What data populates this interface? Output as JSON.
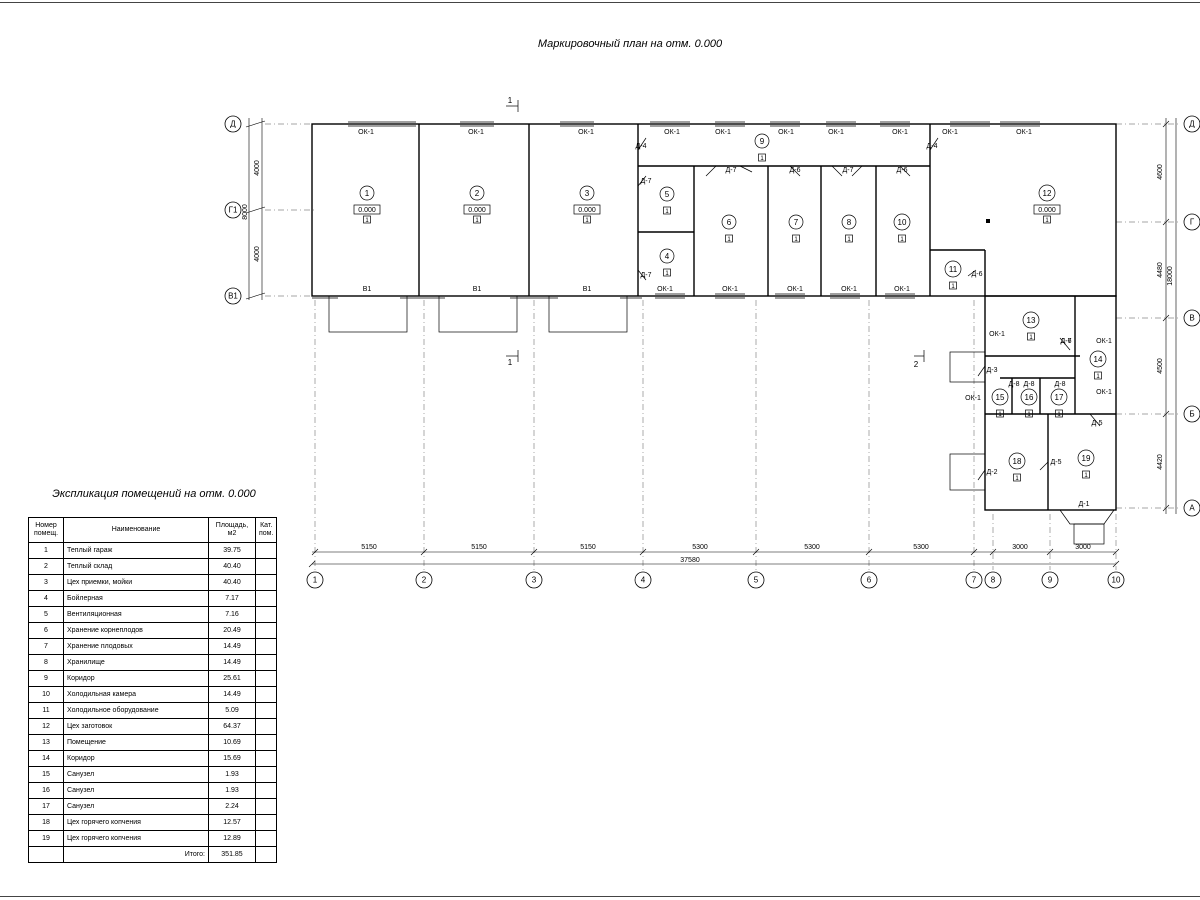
{
  "titles": {
    "plan": "Маркировочный план на отм. 0.000",
    "explication": "Экспликация помещений на отм. 0.000"
  },
  "axes": {
    "letters_left": [
      "Д",
      "Г1",
      "В1"
    ],
    "letters_right": [
      "Д",
      "Г",
      "В",
      "Б",
      "А"
    ],
    "numbers": [
      "1",
      "2",
      "3",
      "4",
      "5",
      "6",
      "7",
      "8",
      "9",
      "10"
    ]
  },
  "dims": {
    "bottom": [
      "5150",
      "5150",
      "5150",
      "5300",
      "5300",
      "5300",
      "3000",
      "3000"
    ],
    "total": "37580",
    "left_parts": [
      "4000",
      "4000"
    ],
    "left_total": "8000",
    "right_parts": [
      "4600",
      "4480",
      "4500",
      "4420"
    ],
    "right_total": "18000"
  },
  "rooms": [
    {
      "n": "1",
      "mark": "0.000",
      "floor": "1"
    },
    {
      "n": "2",
      "mark": "0.000",
      "floor": "1"
    },
    {
      "n": "3",
      "mark": "0.000",
      "floor": "1"
    },
    {
      "n": "4",
      "floor": "1"
    },
    {
      "n": "5",
      "floor": "1"
    },
    {
      "n": "6",
      "floor": "1"
    },
    {
      "n": "7",
      "floor": "1"
    },
    {
      "n": "8",
      "floor": "1"
    },
    {
      "n": "9",
      "floor": "1"
    },
    {
      "n": "10",
      "floor": "1"
    },
    {
      "n": "11",
      "floor": "1"
    },
    {
      "n": "12",
      "mark": "0.000",
      "floor": "1"
    },
    {
      "n": "13",
      "floor": "1"
    },
    {
      "n": "14",
      "floor": "1"
    },
    {
      "n": "15",
      "floor": "1"
    },
    {
      "n": "16",
      "floor": "1"
    },
    {
      "n": "17",
      "floor": "1"
    },
    {
      "n": "18",
      "floor": "1"
    },
    {
      "n": "19",
      "floor": "1"
    }
  ],
  "labels": {
    "windows_top": [
      "ОК-1",
      "ОК-1",
      "ОК-1",
      "ОК-1",
      "ОК-1",
      "ОК-1",
      "ОК-1",
      "ОК-1",
      "ОК-1",
      "ОК-1"
    ],
    "gates": [
      "В1",
      "В1",
      "В1"
    ],
    "windows_mid": [
      "ОК-1",
      "ОК-1",
      "ОК-1",
      "ОК-1",
      "ОК-1"
    ],
    "doors_row": [
      "Д-4",
      "Д-7",
      "Д-7",
      "Д-6",
      "Д-7",
      "Д-6",
      "Д-4",
      "Д-7",
      "Д-6",
      "Д-7"
    ],
    "east_block": [
      "ОК-1",
      "Д-6",
      "ОК-1",
      "ОК-1",
      "Д-3",
      "Д-8",
      "Д-8",
      "Д-8",
      "ОК-1",
      "Д-5",
      "Д-2",
      "Д-5",
      "Д-1"
    ],
    "section_marks": [
      "1",
      "1",
      "2"
    ]
  },
  "explication": {
    "headers": [
      "Номер помещ.",
      "Наименование",
      "Площадь, м2",
      "Кат. пом."
    ],
    "rows": [
      {
        "n": "1",
        "name": "Теплый гараж",
        "area": "39.75"
      },
      {
        "n": "2",
        "name": "Теплый склад",
        "area": "40.40"
      },
      {
        "n": "3",
        "name": "Цех приемки, мойки",
        "area": "40.40"
      },
      {
        "n": "4",
        "name": "Бойлерная",
        "area": "7.17"
      },
      {
        "n": "5",
        "name": "Вентиляционная",
        "area": "7.16"
      },
      {
        "n": "6",
        "name": "Хранение корнеплодов",
        "area": "20.49"
      },
      {
        "n": "7",
        "name": "Хранение плодовых",
        "area": "14.49"
      },
      {
        "n": "8",
        "name": "Хранилище",
        "area": "14.49"
      },
      {
        "n": "9",
        "name": "Коридор",
        "area": "25.61"
      },
      {
        "n": "10",
        "name": "Холодильная камера",
        "area": "14.49"
      },
      {
        "n": "11",
        "name": "Холодильное оборудование",
        "area": "5.09"
      },
      {
        "n": "12",
        "name": "Цех заготовок",
        "area": "64.37"
      },
      {
        "n": "13",
        "name": "Помещение",
        "area": "10.69"
      },
      {
        "n": "14",
        "name": "Коридор",
        "area": "15.69"
      },
      {
        "n": "15",
        "name": "Санузел",
        "area": "1.93"
      },
      {
        "n": "16",
        "name": "Санузел",
        "area": "1.93"
      },
      {
        "n": "17",
        "name": "Санузел",
        "area": "2.24"
      },
      {
        "n": "18",
        "name": "Цех горячего копчения",
        "area": "12.57"
      },
      {
        "n": "19",
        "name": "Цех горячего копчения",
        "area": "12.89"
      }
    ],
    "total_label": "Итого:",
    "total": "351.85"
  }
}
